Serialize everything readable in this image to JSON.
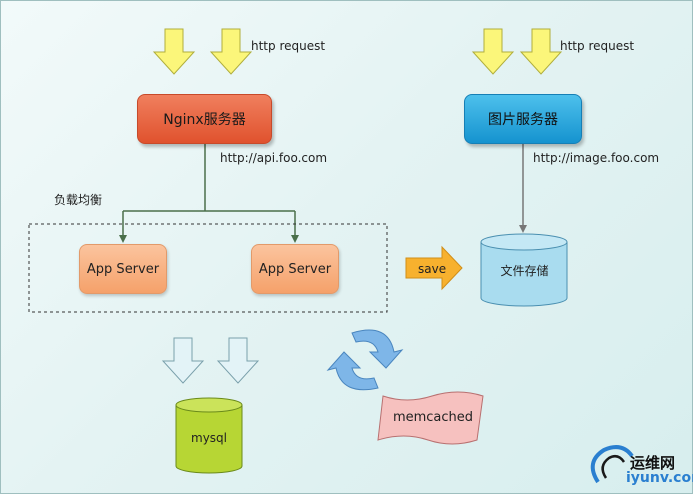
{
  "labels": {
    "http_request_left": "http request",
    "http_request_right": "http request",
    "api_url": "http://api.foo.com",
    "image_url": "http://image.foo.com",
    "load_balance": "负载均衡"
  },
  "nodes": {
    "nginx": "Nginx服务器",
    "image_server": "图片服务器",
    "app_server_1": "App Server",
    "app_server_2": "App Server",
    "file_storage": "文件存储",
    "mysql": "mysql",
    "memcached": "memcached"
  },
  "actions": {
    "save": "save"
  },
  "watermark": {
    "name": "运维网",
    "url": "iyunv.com"
  },
  "colors": {
    "nginx": "#e8603d",
    "image_server": "#2aa9e0",
    "app_server": "#f8b282",
    "storage": "#a9dcef",
    "mysql": "#b7d634",
    "memcached": "#f6c1bf",
    "request_arrow": "#fbf67a",
    "save_arrow": "#f7b12e",
    "db_arrow": "#e3f3f7",
    "connector": "#4a6f4a"
  }
}
